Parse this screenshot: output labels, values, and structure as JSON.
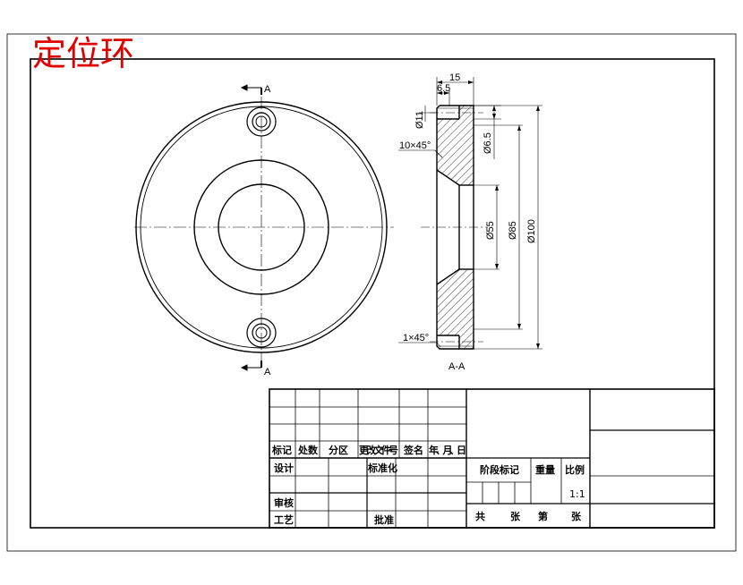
{
  "title": "定位环",
  "section_marker": "A",
  "section_label": "A-A",
  "dimensions": {
    "width_total": "15",
    "width_partial": "6.5",
    "d_hole": "Ø11",
    "d_hole_small": "Ø6.5",
    "chamfer_large": "10×45°",
    "chamfer_small": "1×45°",
    "d_inner": "Ø55",
    "d_mid": "Ø85",
    "d_outer": "Ø100"
  },
  "title_block": {
    "mark": "标记",
    "count": "处数",
    "zone": "分区",
    "change_doc": "更改文件号",
    "signature": "签名",
    "date": "年、月、日",
    "design": "设计",
    "standardize": "标准化",
    "review": "审核",
    "process": "工艺",
    "approve": "批准",
    "stage_mark": "阶段标记",
    "weight": "重量",
    "scale": "比例",
    "scale_value": "1:1",
    "total": "共",
    "sheets1": "张",
    "page": "第",
    "sheets2": "张"
  }
}
